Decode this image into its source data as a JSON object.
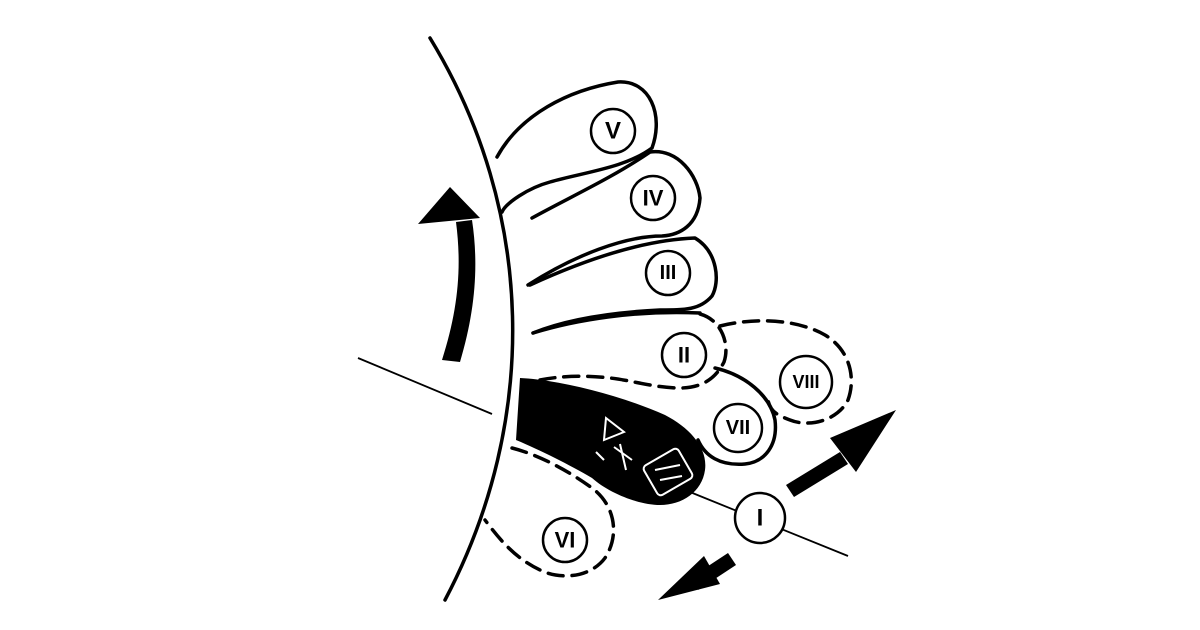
{
  "positions": [
    {
      "id": "V",
      "label": "V"
    },
    {
      "id": "IV",
      "label": "IV"
    },
    {
      "id": "III",
      "label": "III"
    },
    {
      "id": "II",
      "label": "II"
    },
    {
      "id": "VIII",
      "label": "VIII"
    },
    {
      "id": "VII",
      "label": "VII"
    },
    {
      "id": "VI",
      "label": "VI"
    },
    {
      "id": "I",
      "label": "I"
    }
  ],
  "icons": {
    "steering_wheel_rim": "steering-wheel-rim",
    "rotation_arrow": "curved-arrow-up",
    "push_pull_arrow": "double-headed-arrow",
    "stalk": "wiper-washer-stalk"
  },
  "colors": {
    "ink": "#000000",
    "background": "#ffffff"
  }
}
